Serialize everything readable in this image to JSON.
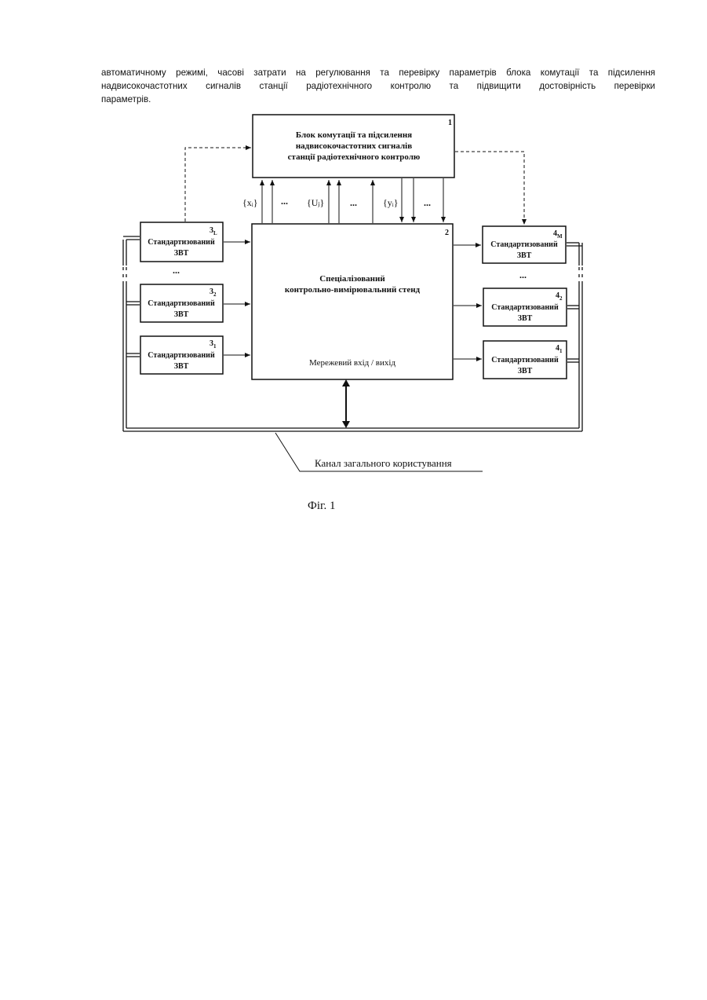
{
  "paragraph": {
    "line1": "автоматичному режимі, часові затрати на регулювання та перевірку параметрів блока комутації та підсилення",
    "line2": "надвисокочастотних сигналів станції радіотехнічного контролю та підвищити достовірність перевірки",
    "line3": "параметрів."
  },
  "diagram": {
    "block1": {
      "number": "1",
      "line1": "Блок комутації та підсилення",
      "line2": "надвисокочастотних сигналів",
      "line3": "станції радіотехнічного контролю"
    },
    "block2": {
      "number": "2",
      "line1": "Спеціалізований",
      "line2": "контрольно-вимірювальний стенд",
      "network": "Мережевий вхід / вихід"
    },
    "signals": {
      "x": "{xᵢ}",
      "u": "{Uⱼ}",
      "y": "{yᵢ}",
      "ellipsis": "..."
    },
    "left_blocks": [
      {
        "num": "3",
        "sub": "L",
        "line1": "Стандартизований",
        "line2": "ЗВТ"
      },
      {
        "num": "3",
        "sub": "2",
        "line1": "Стандартизований",
        "line2": "ЗВТ"
      },
      {
        "num": "3",
        "sub": "1",
        "line1": "Стандартизований",
        "line2": "ЗВТ"
      }
    ],
    "right_blocks": [
      {
        "num": "4",
        "sub": "M",
        "line1": "Стандартизований",
        "line2": "ЗВТ"
      },
      {
        "num": "4",
        "sub": "2",
        "line1": "Стандартизований",
        "line2": "ЗВТ"
      },
      {
        "num": "4",
        "sub": "1",
        "line1": "Стандартизований",
        "line2": "ЗВТ"
      }
    ],
    "channel_label": "Канал загального користування"
  },
  "caption": "Фіг. 1"
}
